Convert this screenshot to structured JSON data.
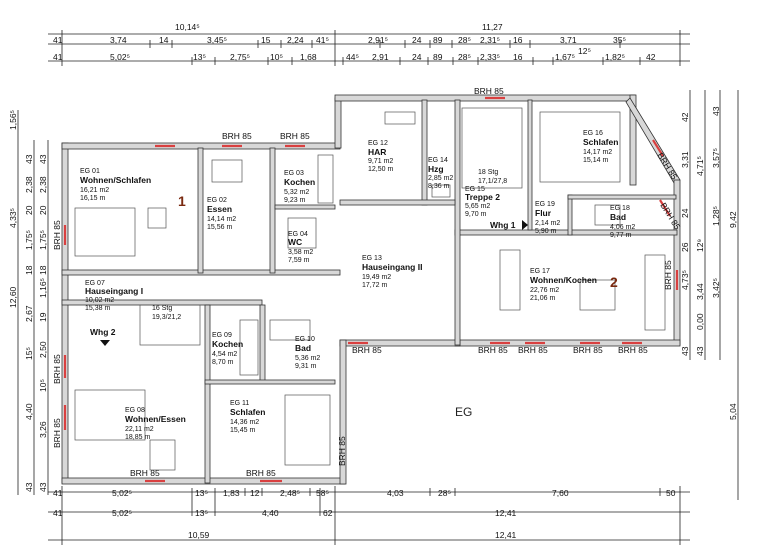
{
  "floor_label": "EG",
  "apartment_numbers": {
    "one": "1",
    "two": "2"
  },
  "whg_labels": {
    "whg1": "Whg 1",
    "whg2": "Whg 2"
  },
  "top_dims": {
    "row1": [
      "10,14⁵",
      "11,27"
    ],
    "row2": [
      "41",
      "3,74",
      "14",
      "3,45⁵",
      "15",
      "2,24",
      "41⁵",
      "2,91⁵",
      "24",
      "89",
      "28⁵",
      "2,31⁵",
      "16",
      "3,71",
      "35⁵"
    ],
    "row3": [
      "41",
      "5,02⁵",
      "13⁵",
      "2,75⁵",
      "10⁵",
      "1,68",
      "44⁵",
      "2,91",
      "24",
      "89",
      "28⁵",
      "2,33⁵",
      "16",
      "1,67⁵",
      "1,82⁵",
      "42"
    ],
    "extra": "12⁵"
  },
  "bottom_dims": {
    "row1": [
      "41",
      "5,02⁵",
      "13⁵",
      "1,83",
      "12",
      "2,48⁵",
      "58⁵",
      "4,03",
      "28⁵",
      "7,60",
      "50"
    ],
    "row2": [
      "41",
      "5,02⁵",
      "13⁵",
      "4,40",
      "62",
      "12,41"
    ],
    "row3": [
      "10,59",
      "12,41"
    ]
  },
  "left_dims": {
    "outer": [
      "1,56⁵",
      "4,33⁵",
      "12,60"
    ],
    "mid": [
      "43",
      "2,38",
      "20",
      "1,75⁵",
      "18",
      "2,67",
      "15⁵",
      "4,40",
      "43"
    ],
    "inner": [
      "43",
      "2,38",
      "20",
      "1,75⁵",
      "18",
      "1,16⁵",
      "19",
      "2,50",
      "10⁵",
      "3,26",
      "43"
    ]
  },
  "right_dims": {
    "col1": [
      "42",
      "3,31",
      "24",
      "26",
      "4,73⁵",
      "43"
    ],
    "col2": [
      "4,71⁵",
      "12⁹",
      "3,44",
      "0,00",
      "43"
    ],
    "col3": [
      "43",
      "3,57⁵",
      "1,28⁵",
      "3,42⁵",
      "5,04"
    ],
    "col4": [
      "9,42"
    ]
  },
  "brh_labels": [
    "BRH 85",
    "BRH 85",
    "BRH 85",
    "BRH 85",
    "BRH 85",
    "BRH 85",
    "BRH 85",
    "BRH 85",
    "BRH 85",
    "BRH 85",
    "BRH 85",
    "BRH 85",
    "BRH 85",
    "BRH 85",
    "BRH 85",
    "BRH 85",
    "BRH 85"
  ],
  "stairs": {
    "s1": [
      "18 Stg",
      "17,1/27,8"
    ],
    "s2": [
      "16 Stg",
      "19,3/21,2"
    ]
  },
  "rooms": [
    {
      "id": "EG 01",
      "name": "Wohnen/Schlafen",
      "area": "16,21 m2",
      "perim": "16,15   m"
    },
    {
      "id": "EG 02",
      "name": "Essen",
      "area": "14,14 m2",
      "perim": "15,56   m"
    },
    {
      "id": "EG 03",
      "name": "Kochen",
      "area": "5,32 m2",
      "perim": "9,23   m"
    },
    {
      "id": "EG 04",
      "name": "WC",
      "area": "3,58 m2",
      "perim": "7,59   m"
    },
    {
      "id": "EG 07",
      "name": "Hauseingang I",
      "area": "10,02 m2",
      "perim": "15,38   m"
    },
    {
      "id": "EG 08",
      "name": "Wohnen/Essen",
      "area": "22,11 m2",
      "perim": "18,85   m"
    },
    {
      "id": "EG 09",
      "name": "Kochen",
      "area": "4,54 m2",
      "perim": "8,70   m"
    },
    {
      "id": "EG 10",
      "name": "Bad",
      "area": "5,36 m2",
      "perim": "9,31   m"
    },
    {
      "id": "EG 11",
      "name": "Schlafen",
      "area": "14,36 m2",
      "perim": "15,45   m"
    },
    {
      "id": "EG 12",
      "name": "HAR",
      "area": "9,71 m2",
      "perim": "12,50   m"
    },
    {
      "id": "EG 13",
      "name": "Hauseingang II",
      "area": "19,49 m2",
      "perim": "17,72   m"
    },
    {
      "id": "EG 14",
      "name": "Hzg",
      "area": "2,85 m2",
      "perim": "8,36   m"
    },
    {
      "id": "EG 15",
      "name": "Treppe 2",
      "area": "5,65 m2",
      "perim": "9,70   m"
    },
    {
      "id": "EG 16",
      "name": "Schlafen",
      "area": "14,17 m2",
      "perim": "15,14   m"
    },
    {
      "id": "EG 17",
      "name": "Wohnen/Kochen",
      "area": "22,76 m2",
      "perim": "21,06   m"
    },
    {
      "id": "EG 18",
      "name": "Bad",
      "area": "4,06 m2",
      "perim": "9,77   m"
    },
    {
      "id": "EG 19",
      "name": "Flur",
      "area": "2,14 m2",
      "perim": "5,90   m"
    }
  ]
}
